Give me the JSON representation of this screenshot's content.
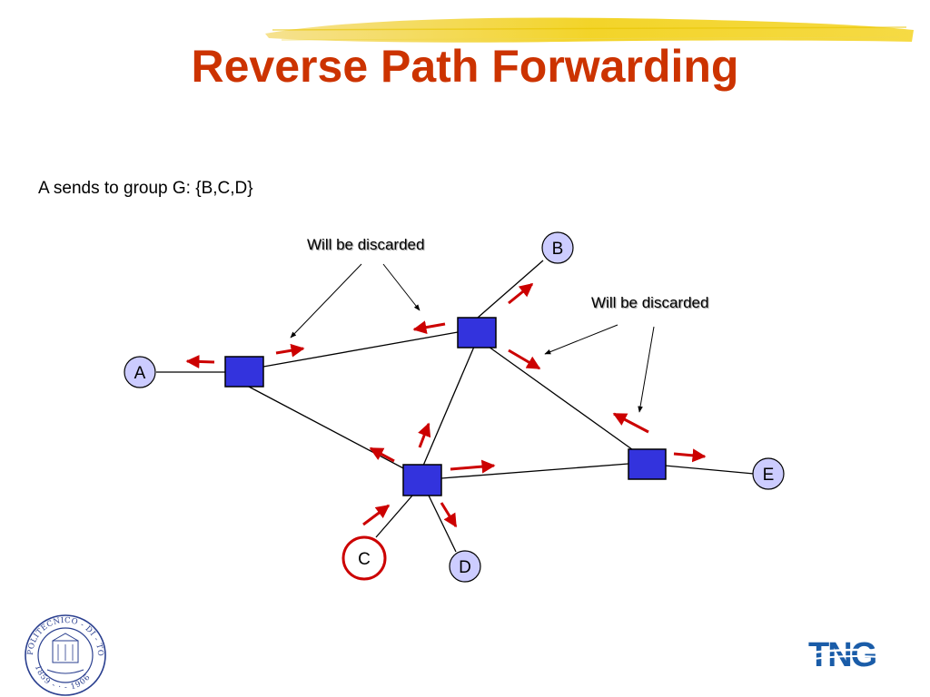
{
  "slide": {
    "title": "Reverse Path Forwarding",
    "subtitle": "A sends to group G: {B,C,D}"
  },
  "diagram": {
    "hosts": [
      {
        "id": "A",
        "label": "A"
      },
      {
        "id": "B",
        "label": "B"
      },
      {
        "id": "C",
        "label": "C",
        "highlight": true
      },
      {
        "id": "D",
        "label": "D"
      },
      {
        "id": "E",
        "label": "E"
      }
    ],
    "routers": [
      "R1",
      "R2",
      "R3",
      "R4"
    ],
    "links": [
      [
        "A",
        "R1"
      ],
      [
        "R1",
        "R2"
      ],
      [
        "R1",
        "R3"
      ],
      [
        "R2",
        "B"
      ],
      [
        "R2",
        "R3"
      ],
      [
        "R2",
        "R4"
      ],
      [
        "R3",
        "R4"
      ],
      [
        "R4",
        "E"
      ],
      [
        "R3",
        "C"
      ],
      [
        "R3",
        "D"
      ]
    ],
    "callouts": [
      {
        "id": "callout-left",
        "text": "Will be discarded"
      },
      {
        "id": "callout-right",
        "text": "Will be discarded"
      }
    ],
    "colors": {
      "router_fill": "#3333dd",
      "host_fill": "#ccccff",
      "highlight_ring": "#cc0000",
      "packet_arrow": "#cc0000",
      "title": "#cc3300"
    }
  },
  "footer": {
    "left_logo": "politecnico-di-torino-seal",
    "left_logo_text": "POLITECNICO - DI - TORINO 1859 - 1906",
    "right_logo": "tng-logo",
    "right_logo_text": "TNG"
  }
}
